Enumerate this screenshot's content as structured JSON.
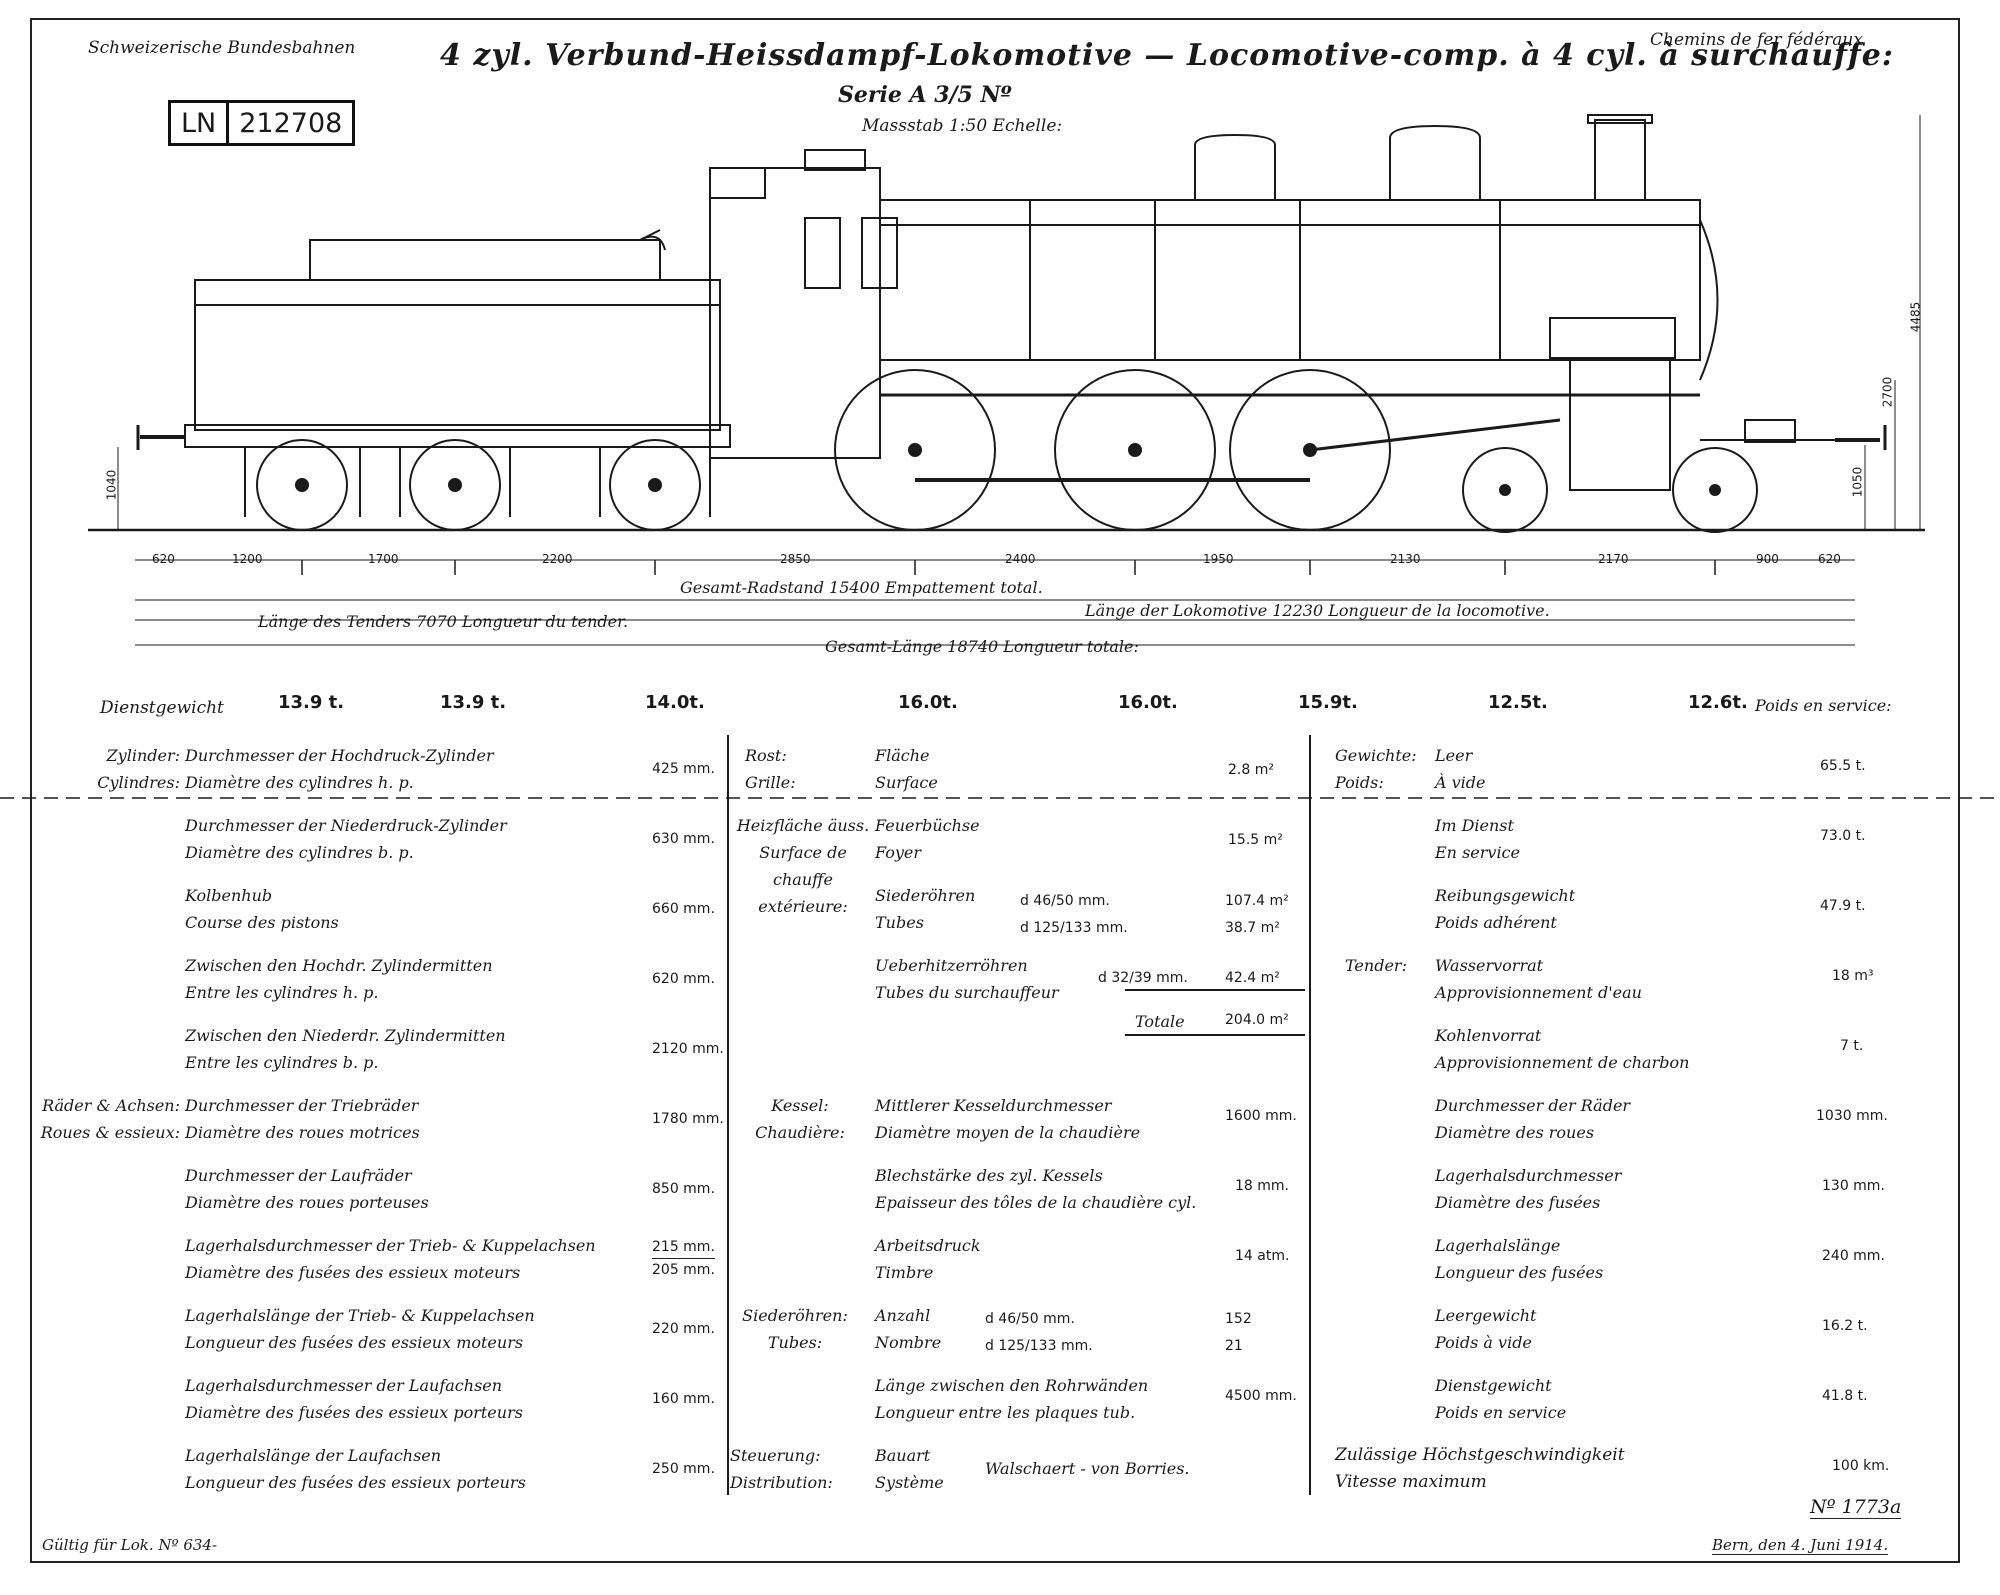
{
  "header": {
    "left": "Schweizerische Bundesbahnen",
    "right": "Chemins de fer fédéraux",
    "title": "4 zyl. Verbund-Heissdampf-Lokomotive — Locomotive-comp. à 4 cyl. à surchauffe:",
    "serie": "Serie A 3/5 Nº",
    "scale": "Massstab 1:50 Echelle:",
    "ln_prefix": "LN",
    "ln_number": "212708"
  },
  "dimensions": {
    "wheelbase": [
      "620",
      "1200",
      "1700",
      "2200",
      "2850",
      "2400",
      "1950",
      "2130",
      "2170",
      "900",
      "620"
    ],
    "heights": [
      "4485",
      "2700",
      "1050"
    ],
    "tender_height": "1040",
    "gesamt_radstand": "Gesamt-Radstand 15400 Empattement total.",
    "laenge_tender": "Länge des Tenders 7070 Longueur du tender.",
    "laenge_lok": "Länge der Lokomotive 12230 Longueur de la locomotive.",
    "gesamt_laenge": "Gesamt-Länge 18740 Longueur totale:"
  },
  "weights": {
    "label_left": "Dienstgewicht",
    "label_right": "Poids en service:",
    "values": [
      "13.9 t.",
      "13.9 t.",
      "14.0t.",
      "16.0t.",
      "16.0t.",
      "15.9t.",
      "12.5t.",
      "12.6t."
    ]
  },
  "col1": [
    {
      "g1": "Zylinder:",
      "g2": "Cylindres:",
      "de": "Durchmesser der Hochdruck-Zylinder",
      "fr": "Diamètre des cylindres h. p.",
      "v": "425 mm."
    },
    {
      "de": "Durchmesser der Niederdruck-Zylinder",
      "fr": "Diamètre des cylindres b. p.",
      "v": "630 mm."
    },
    {
      "de": "Kolbenhub",
      "fr": "Course des pistons",
      "v": "660 mm."
    },
    {
      "de": "Zwischen den Hochdr. Zylindermitten",
      "fr": "Entre les cylindres h. p.",
      "v": "620 mm."
    },
    {
      "de": "Zwischen den Niederdr. Zylindermitten",
      "fr": "Entre les cylindres b. p.",
      "v": "2120 mm."
    },
    {
      "g1": "Räder & Achsen:",
      "g2": "Roues & essieux:",
      "de": "Durchmesser der Triebräder",
      "fr": "Diamètre des roues motrices",
      "v": "1780 mm."
    },
    {
      "de": "Durchmesser der Laufräder",
      "fr": "Diamètre des roues porteuses",
      "v": "850 mm."
    },
    {
      "de": "Lagerhalsdurchmesser der Trieb- & Kuppelachsen",
      "fr": "Diamètre des fusées des essieux moteurs",
      "v": "215 mm.",
      "v2": "205 mm."
    },
    {
      "de": "Lagerhalslänge der Trieb- & Kuppelachsen",
      "fr": "Longueur des fusées des essieux moteurs",
      "v": "220 mm."
    },
    {
      "de": "Lagerhalsdurchmesser der Laufachsen",
      "fr": "Diamètre des fusées des essieux porteurs",
      "v": "160 mm."
    },
    {
      "de": "Lagerhalslänge der Laufachsen",
      "fr": "Longueur des fusées des essieux porteurs",
      "v": "250 mm."
    }
  ],
  "col2": {
    "rost_g1": "Rost:",
    "rost_g2": "Grille:",
    "rost_de": "Fläche",
    "rost_fr": "Surface",
    "rost_v": "2.8 m²",
    "heiz_g1": "Heizfläche äuss.",
    "heiz_g2": "Surface de chauffe",
    "heiz_g3": "extérieure:",
    "feuer_de": "Feuerbüchse",
    "feuer_fr": "Foyer",
    "feuer_v": "15.5 m²",
    "sieder_de": "Siederöhren",
    "sieder_fr": "Tubes",
    "sieder_d1": "d 46/50 mm.",
    "sieder_d2": "d 125/133 mm.",
    "sieder_v1": "107.4 m²",
    "sieder_v2": "38.7 m²",
    "ueber_de": "Ueberhitzerröhren",
    "ueber_fr": "Tubes du surchauffeur",
    "ueber_d": "d 32/39 mm.",
    "ueber_v": "42.4 m²",
    "totale_label": "Totale",
    "totale_v": "204.0 m²",
    "kessel_g1": "Kessel:",
    "kessel_g2": "Chaudière:",
    "kdm_de": "Mittlerer Kesseldurchmesser",
    "kdm_fr": "Diamètre moyen de la chaudière",
    "kdm_v": "1600 mm.",
    "blech_de": "Blechstärke des zyl. Kessels",
    "blech_fr": "Epaisseur des tôles de la chaudière cyl.",
    "blech_v": "18 mm.",
    "arb_de": "Arbeitsdruck",
    "arb_fr": "Timbre",
    "arb_v": "14 atm.",
    "sr_g1": "Siederöhren:",
    "sr_g2": "Tubes:",
    "anz_de": "Anzahl",
    "anz_fr": "Nombre",
    "anz_d1": "d 46/50 mm.",
    "anz_d2": "d 125/133 mm.",
    "anz_v1": "152",
    "anz_v2": "21",
    "rw_de": "Länge zwischen den Rohrwänden",
    "rw_fr": "Longueur entre les plaques tub.",
    "rw_v": "4500 mm.",
    "st_g1": "Steuerung:",
    "st_g2": "Distribution:",
    "st_de": "Bauart",
    "st_fr": "Système",
    "st_v": "Walschaert - von Borries."
  },
  "col3": {
    "gew_g1": "Gewichte:",
    "gew_g2": "Poids:",
    "leer_de": "Leer",
    "leer_fr": "À vide",
    "leer_v": "65.5 t.",
    "dienst_de": "Im Dienst",
    "dienst_fr": "En service",
    "dienst_v": "73.0 t.",
    "reib_de": "Reibungsgewicht",
    "reib_fr": "Poids adhérent",
    "reib_v": "47.9 t.",
    "tender_g1": "Tender:",
    "wasser_de": "Wasservorrat",
    "wasser_fr": "Approvisionnement d'eau",
    "wasser_v": "18 m³",
    "kohle_de": "Kohlenvorrat",
    "kohle_fr": "Approvisionnement de charbon",
    "kohle_v": "7 t.",
    "rad_de": "Durchmesser der Räder",
    "rad_fr": "Diamètre des roues",
    "rad_v": "1030 mm.",
    "lhd_de": "Lagerhalsdurchmesser",
    "lhd_fr": "Diamètre des fusées",
    "lhd_v": "130 mm.",
    "lhl_de": "Lagerhalslänge",
    "lhl_fr": "Longueur des fusées",
    "lhl_v": "240 mm.",
    "lgew_de": "Leergewicht",
    "lgew_fr": "Poids à vide",
    "lgew_v": "16.2 t.",
    "dgew_de": "Dienstgewicht",
    "dgew_fr": "Poids en service",
    "dgew_v": "41.8 t.",
    "vmax_de": "Zulässige Höchstgeschwindigkeit",
    "vmax_fr": "Vitesse maximum",
    "vmax_v": "100 km."
  },
  "footer": {
    "left": "Gültig für Lok. Nº 634-",
    "number": "Nº 1773a",
    "right": "Bern, den 4. Juni 1914."
  }
}
